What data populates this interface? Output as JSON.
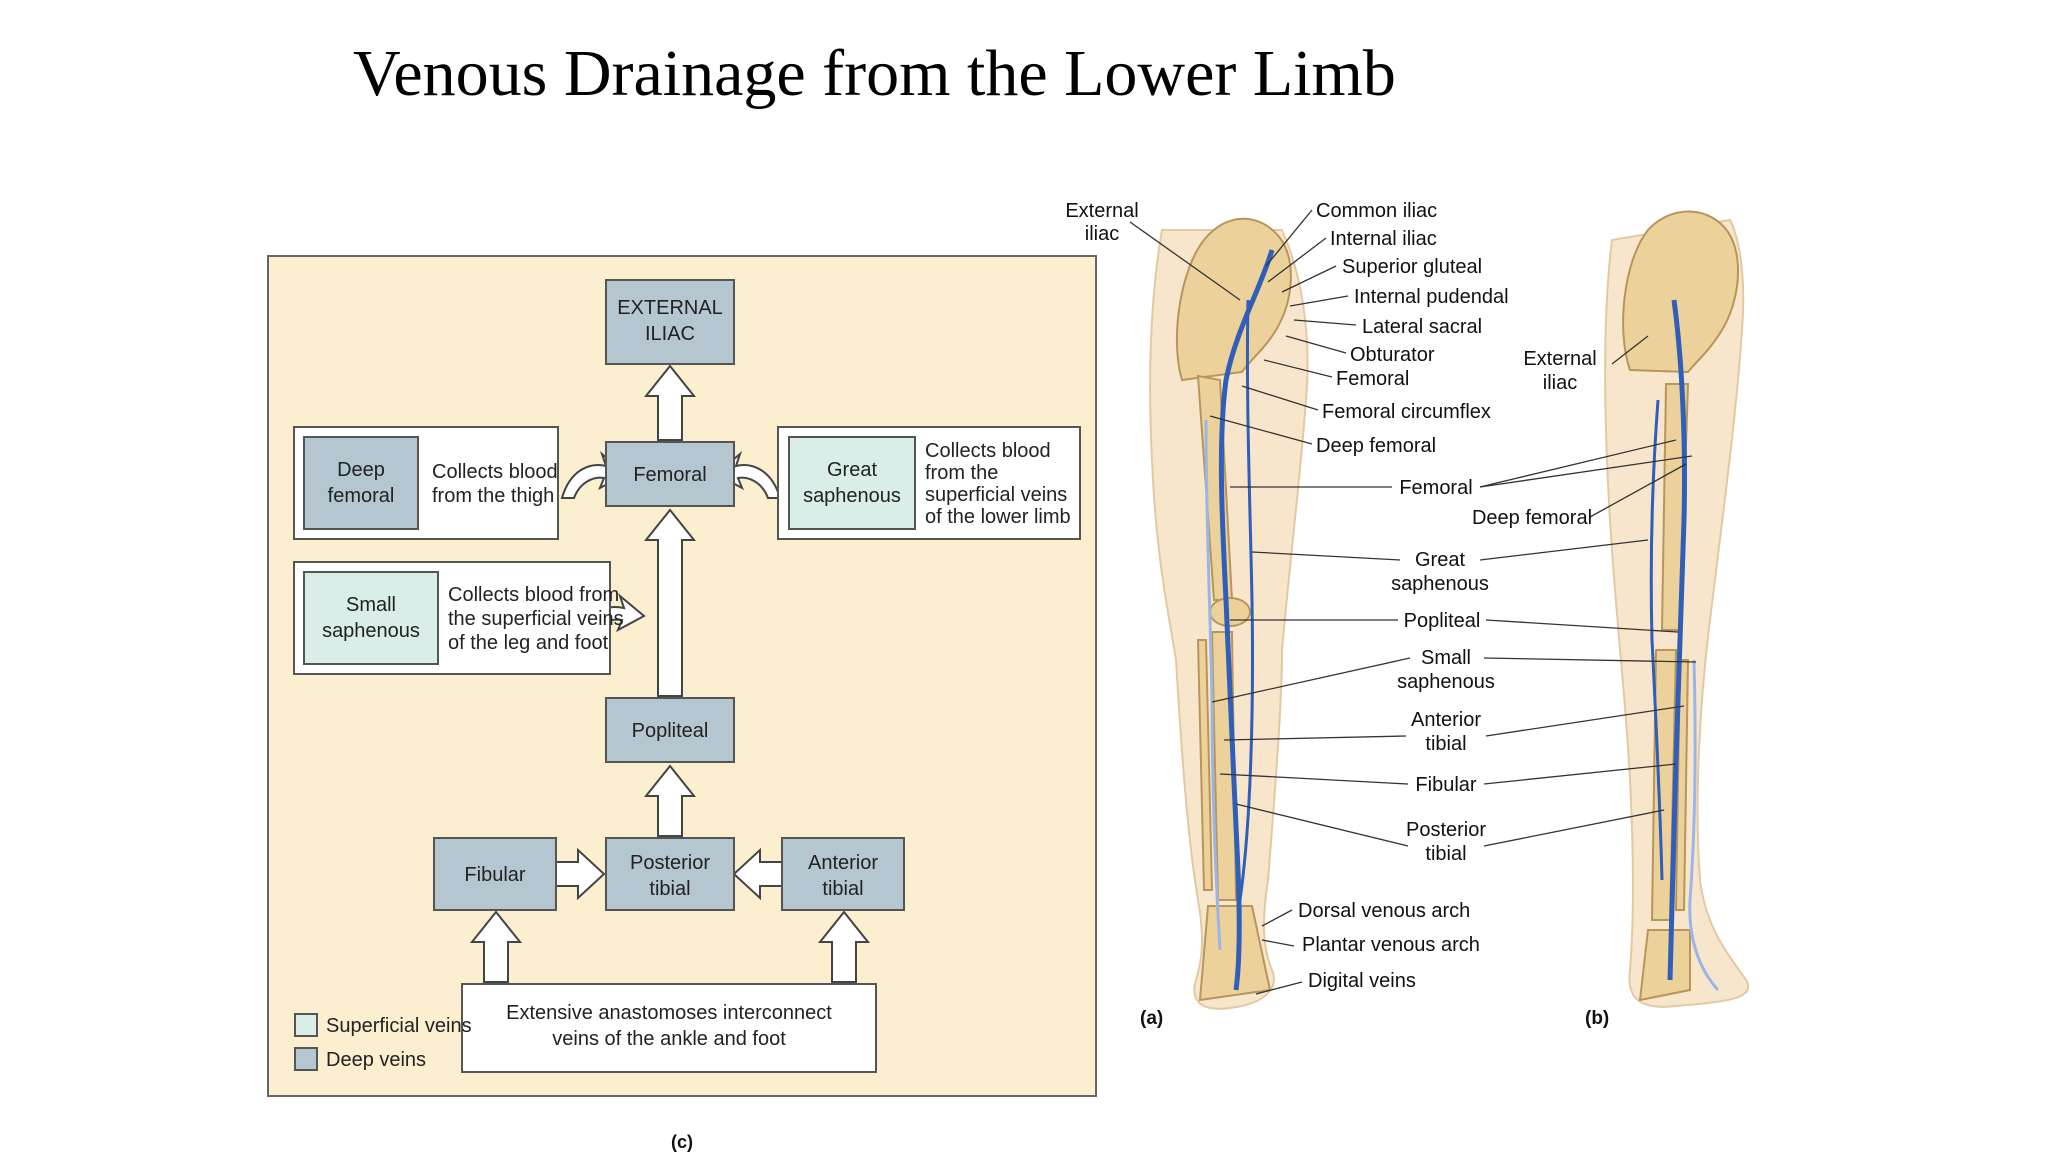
{
  "slide": {
    "title": "Venous Drainage from the Lower Limb"
  },
  "flowchart": {
    "external_iliac": [
      "EXTERNAL",
      "ILIAC"
    ],
    "femoral": "Femoral",
    "deep_femoral": [
      "Deep",
      "femoral"
    ],
    "deep_femoral_desc": [
      "Collects blood",
      "from the thigh"
    ],
    "great_saphenous": [
      "Great",
      "saphenous"
    ],
    "great_saphenous_desc": [
      "Collects blood",
      "from the",
      "superficial veins",
      "of the lower limb"
    ],
    "small_saphenous": [
      "Small",
      "saphenous"
    ],
    "small_saphenous_desc": [
      "Collects blood from",
      "the superficial veins",
      "of the leg and foot"
    ],
    "popliteal": "Popliteal",
    "fibular": "Fibular",
    "posterior_tibial": [
      "Posterior",
      "tibial"
    ],
    "anterior_tibial": [
      "Anterior",
      "tibial"
    ],
    "anastomoses": [
      "Extensive anastomoses interconnect",
      "veins of the ankle and foot"
    ],
    "legend": {
      "superficial": "Superficial veins",
      "deep": "Deep veins"
    },
    "panel_label": "(c)",
    "colors": {
      "background": "#fbefd0",
      "deep": "#b4c6d0",
      "superficial": "#d9eee8",
      "border": "#555555"
    }
  },
  "anatomy": {
    "panel_a": "(a)",
    "panel_b": "(b)",
    "labels_a": {
      "external_iliac": [
        "External",
        "iliac"
      ],
      "common_iliac": "Common iliac",
      "internal_iliac": "Internal iliac",
      "superior_gluteal": "Superior gluteal",
      "internal_pudendal": "Internal pudendal",
      "lateral_sacral": "Lateral sacral",
      "obturator": "Obturator",
      "femoral": "Femoral",
      "femoral_circumflex": "Femoral circumflex",
      "deep_femoral": "Deep femoral",
      "dorsal_venous_arch": "Dorsal venous arch",
      "plantar_venous_arch": "Plantar venous arch",
      "digital_veins": "Digital veins"
    },
    "labels_mid": {
      "femoral": "Femoral",
      "great_saphenous": [
        "Great",
        "saphenous"
      ],
      "popliteal": "Popliteal",
      "small_saphenous": [
        "Small",
        "saphenous"
      ],
      "anterior_tibial": [
        "Anterior",
        "tibial"
      ],
      "fibular": "Fibular",
      "posterior_tibial": [
        "Posterior",
        "tibial"
      ]
    },
    "labels_b": {
      "external_iliac": [
        "External",
        "iliac"
      ],
      "deep_femoral": "Deep femoral"
    },
    "colors": {
      "bone": "#ecd29a",
      "bone_edge": "#b8955a",
      "skin": "#f8e6cc",
      "vein": "#2f5fb8",
      "vein_light": "#9bb6e6"
    }
  }
}
